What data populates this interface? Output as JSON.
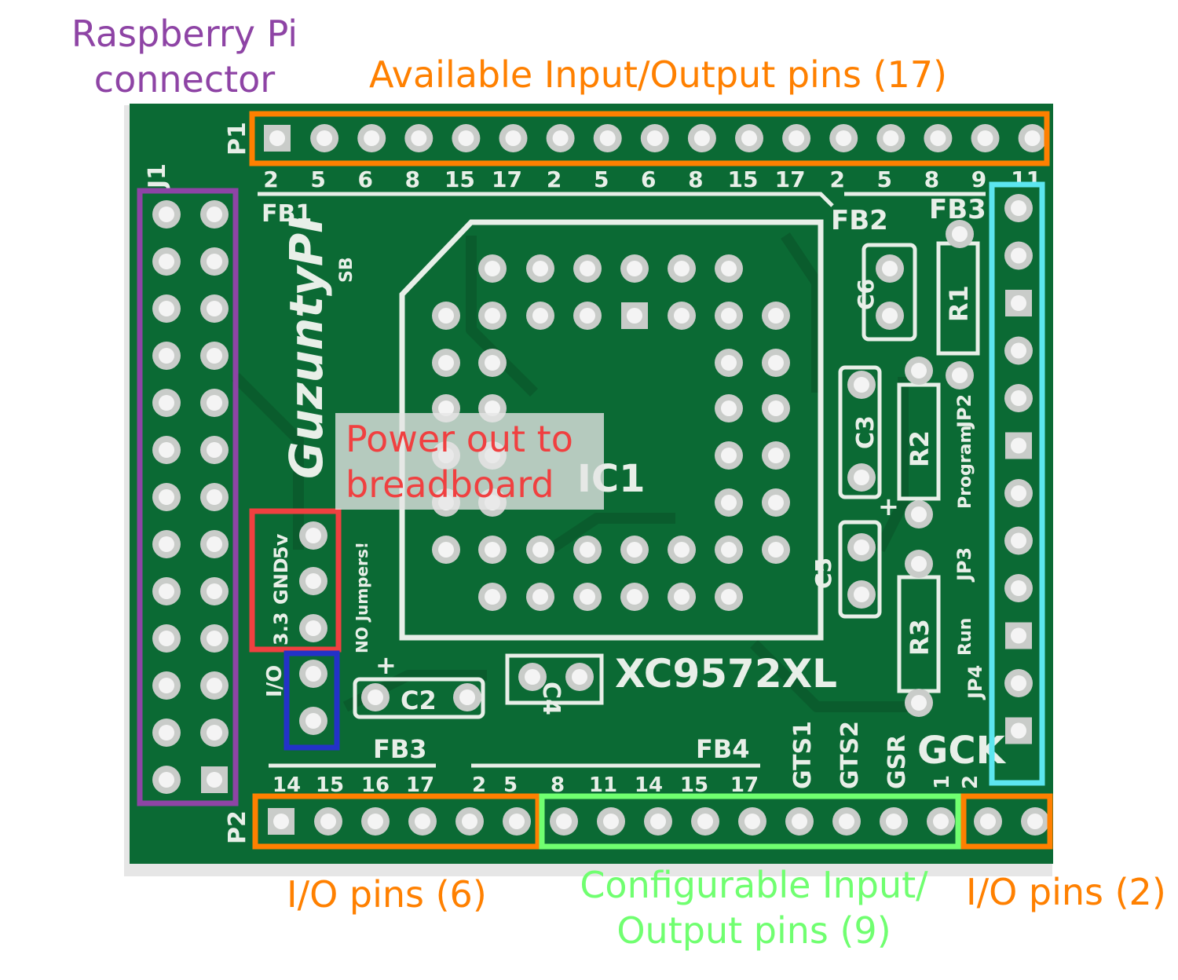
{
  "colors": {
    "pcb": "#0b6a34",
    "pcb_dark": "#08542a",
    "silk": "#e8efe8",
    "pad": "#c9ccc9",
    "purple": "#8e44a5",
    "orange": "#ff8000",
    "red": "#f04040",
    "blue": "#2332c8",
    "cyan": "#5ce6f0",
    "green": "#70ff70"
  },
  "annotations": {
    "raspberry_pi": {
      "line1": "Raspberry Pi",
      "line2": "connector"
    },
    "available_io": "Available Input/Output pins (17)",
    "power_out": {
      "line1": "Power out to",
      "line2": "breadboard"
    },
    "io_pins_6": "I/O pins (6)",
    "configurable": {
      "line1": "Configurable Input/",
      "line2": "Output pins (9)"
    },
    "io_pins_2": "I/O pins (2)"
  },
  "silkscreen": {
    "P1": "P1",
    "J1": "J1",
    "P2": "P2",
    "top_row_numbers": [
      "2",
      "5",
      "6",
      "8",
      "15",
      "17",
      "2",
      "5",
      "6",
      "8",
      "15",
      "17",
      "2",
      "5",
      "8",
      "9",
      "11"
    ],
    "FB1": "FB1",
    "FB2": "FB2",
    "FB3_top": "FB3",
    "FB3_bottom": "FB3",
    "FB4": "FB4",
    "board_name": "GuzuntyPI",
    "board_sub": "SB",
    "ic_label": "IC1",
    "chip": "XC9572XL",
    "C2": "C2",
    "C3": "C3",
    "C4": "C4",
    "C5": "C5",
    "C6": "C6",
    "R1": "R1",
    "R2": "R2",
    "R3": "R3",
    "JP2": "JP2",
    "JP3": "JP3",
    "JP4": "JP4",
    "program": "Program",
    "run": "Run",
    "no_jumpers": "NO Jumpers!",
    "v33": "3.3",
    "gnd": "GND",
    "v5": "5v",
    "io": "I/O",
    "bottom_numbers_left": [
      "14",
      "15",
      "16",
      "17"
    ],
    "bottom_numbers_mid": [
      "2",
      "5",
      "8",
      "11",
      "14",
      "15",
      "17"
    ],
    "GTS1": "GTS1",
    "GTS2": "GTS2",
    "GSR": "GSR",
    "GCK": "GCK",
    "gck_nums": [
      "1",
      "2"
    ],
    "plus": "+"
  }
}
